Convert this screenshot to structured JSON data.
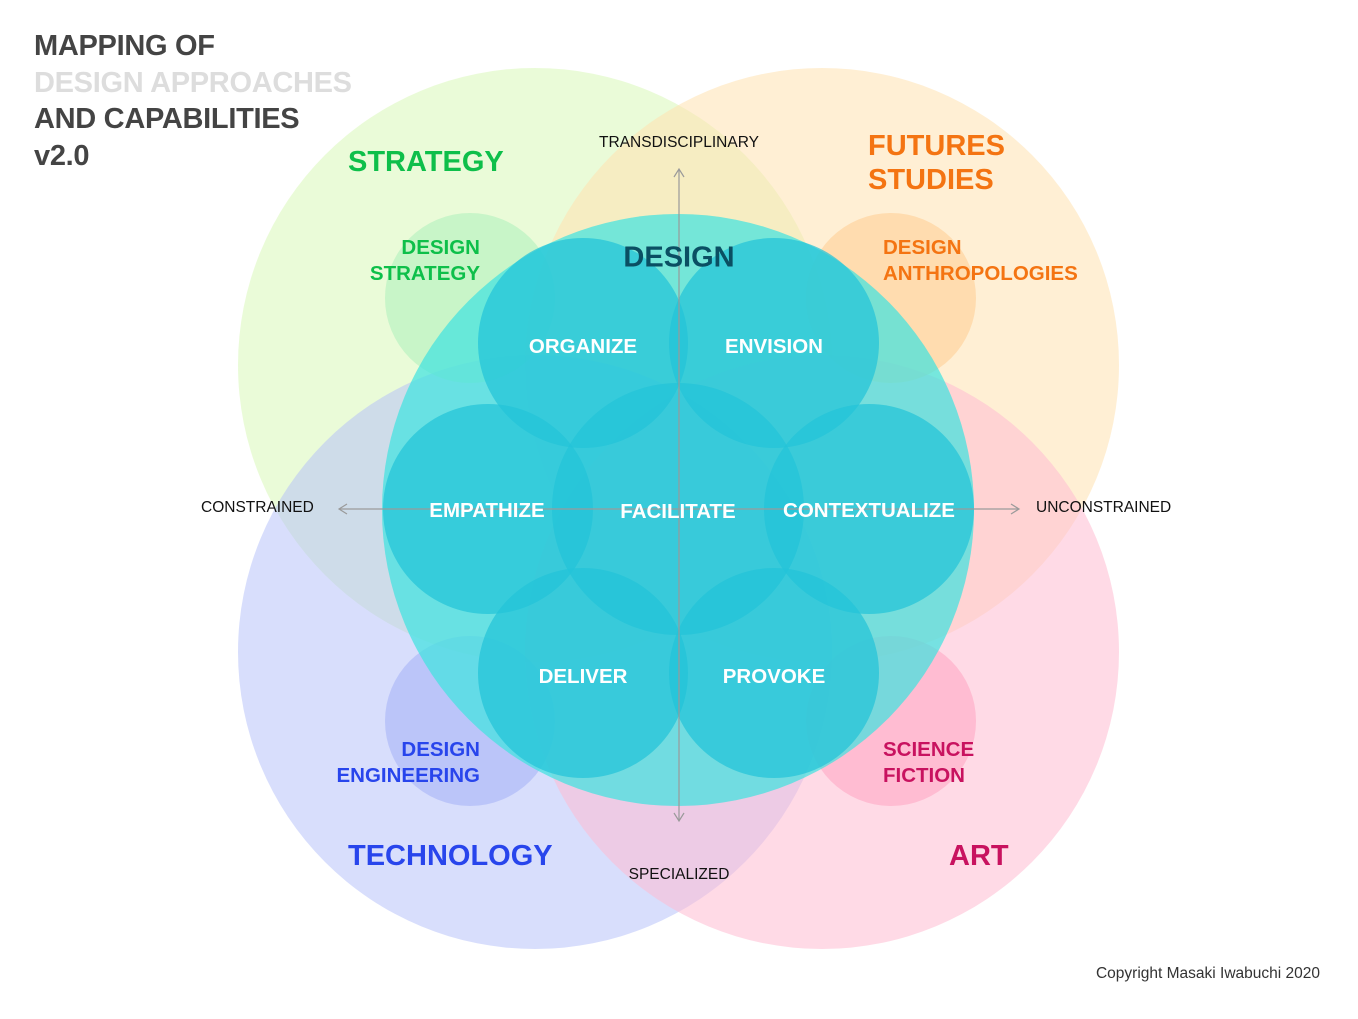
{
  "title": {
    "line1": "MAPPING OF",
    "line2": "DESIGN APPROACHES",
    "line3": "AND CAPABILITIES",
    "line4": "v2.0"
  },
  "domains": {
    "strategy": {
      "label": "STRATEGY",
      "color": "#0ebf4a",
      "fill": "#e5fbcf"
    },
    "futures": {
      "label_line1": "FUTURES",
      "label_line2": "STUDIES",
      "color": "#f47412",
      "fill": "#fff0d6"
    },
    "technology": {
      "label": "TECHNOLOGY",
      "color": "#2845ec",
      "fill": "#d6dcfd"
    },
    "art": {
      "label": "ART",
      "color": "#c8125f",
      "fill": "#ffd6e3"
    }
  },
  "approaches": {
    "design_strategy": {
      "line1": "DESIGN",
      "line2": "STRATEGY"
    },
    "design_anthropologies": {
      "line1": "DESIGN",
      "line2": "ANTHROPOLOGIES"
    },
    "design_engineering": {
      "line1": "DESIGN",
      "line2": "ENGINEERING"
    },
    "science_fiction": {
      "line1": "SCIENCE",
      "line2": "FICTION"
    }
  },
  "design": {
    "label": "DESIGN",
    "color": "#0a4f63"
  },
  "capabilities": {
    "organize": "ORGANIZE",
    "envision": "ENVISION",
    "empathize": "EMPATHIZE",
    "facilitate": "FACILITATE",
    "contextualize": "CONTEXTUALIZE",
    "deliver": "DELIVER",
    "provoke": "PROVOKE"
  },
  "axes": {
    "top": "TRANSDISCIPLINARY",
    "bottom": "SPECIALIZED",
    "left": "CONSTRAINED",
    "right": "UNCONSTRAINED"
  },
  "copyright": "Copyright Masaki Iwabuchi 2020"
}
